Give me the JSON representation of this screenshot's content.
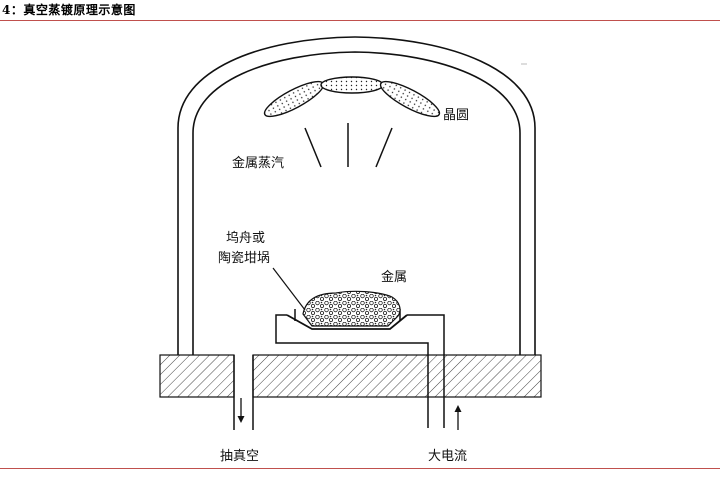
{
  "figure": {
    "title": "4：真空蒸镀原理示意图"
  },
  "labels": {
    "wafer": "晶圆",
    "metal_vapor": "金属蒸汽",
    "boat_line1": "坞舟或",
    "boat_line2": "陶瓷坩埚",
    "metal": "金属",
    "vacuum": "抽真空",
    "current": "大电流"
  },
  "colors": {
    "rule": "#c0504d",
    "line": "#111111",
    "hatch": "#555555"
  }
}
